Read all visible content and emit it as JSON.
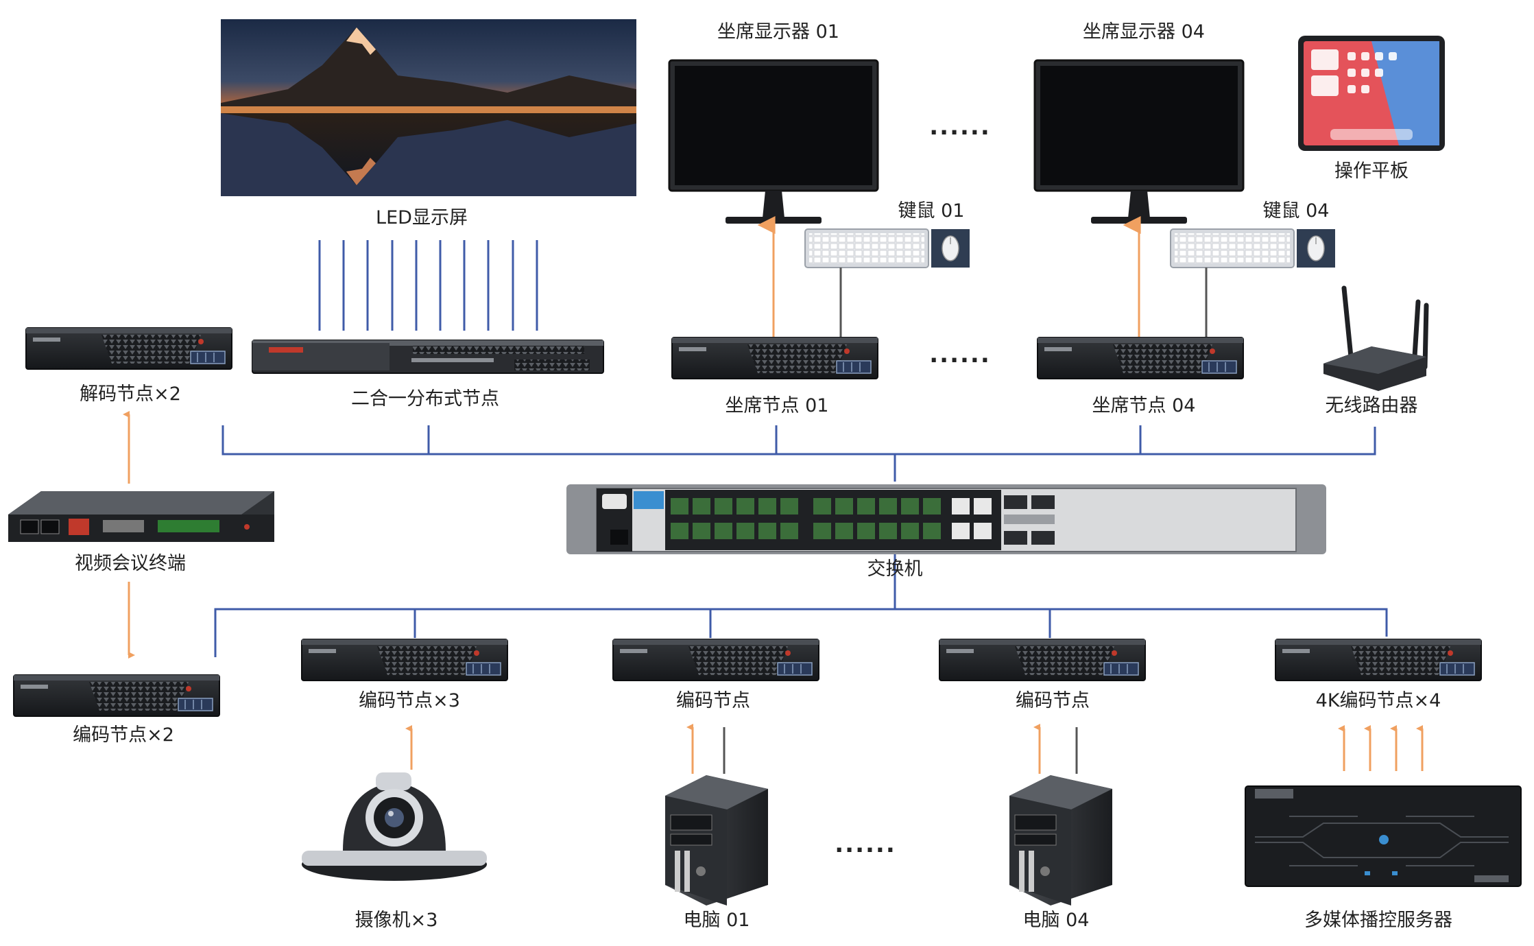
{
  "labels": {
    "led_screen": "LED显示屏",
    "monitor_01": "坐席显示器 01",
    "monitor_04": "坐席显示器 04",
    "tablet": "操作平板",
    "kbm_01": "键鼠 01",
    "kbm_04": "键鼠 04",
    "decoder": "解码节点×2",
    "two_in_one": "二合一分布式节点",
    "seat_node_01": "坐席节点 01",
    "seat_node_04": "坐席节点 04",
    "router": "无线路由器",
    "video_conf": "视频会议终端",
    "switch": "交换机",
    "encoder_left": "编码节点×2",
    "encoder_cam": "编码节点×3",
    "encoder_pc1": "编码节点",
    "encoder_pc4": "编码节点",
    "encoder_4k": "4K编码节点×4",
    "camera": "摄像机×3",
    "pc_01": "电脑 01",
    "pc_04": "电脑 04",
    "media_server": "多媒体播控服务器"
  },
  "ellipsis": {
    "monitors": "......",
    "seat_nodes": "......",
    "computers": "......"
  },
  "colors": {
    "bus_line": "#3f5ba8",
    "arrow": "#f0a060",
    "cable": "#555555",
    "device_dark": "#1f2124",
    "switch_body": "#d9dadc"
  },
  "icons": {
    "led_screen": "mountain-lake-led-screen",
    "monitor": "desktop-monitor",
    "tablet": "tablet-device",
    "keyboard": "keyboard-icon",
    "mouse": "mouse-icon",
    "node": "rack-node-device",
    "router": "wireless-router",
    "video_conf": "video-conference-terminal",
    "switch": "network-switch",
    "camera": "ptz-camera",
    "pc": "tower-pc",
    "media_server": "media-server-rack"
  }
}
